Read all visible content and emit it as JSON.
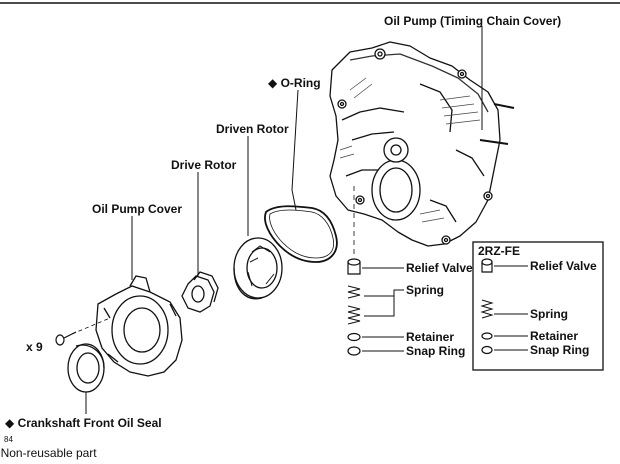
{
  "colors": {
    "ink": "#111111",
    "paper": "#ffffff",
    "hatch": "#444444"
  },
  "labels": {
    "oil_pump": "Oil Pump (Timing Chain Cover)",
    "o_ring": "O-Ring",
    "driven_rotor": "Driven Rotor",
    "drive_rotor": "Drive Rotor",
    "oil_pump_cover": "Oil Pump Cover",
    "bolt_qty": "x 9",
    "crank_seal": "Crankshaft Front Oil Seal",
    "figure_code": "84",
    "legend_text": "Non-reusable part",
    "relief_valve": "Relief Valve",
    "spring": "Spring",
    "retainer": "Retainer",
    "snap_ring": "Snap Ring"
  },
  "variant": {
    "title": "2RZ-FE",
    "relief_valve": "Relief Valve",
    "spring": "Spring",
    "retainer": "Retainer",
    "snap_ring": "Snap Ring"
  },
  "symbols": {
    "non_reusable": "◆"
  }
}
